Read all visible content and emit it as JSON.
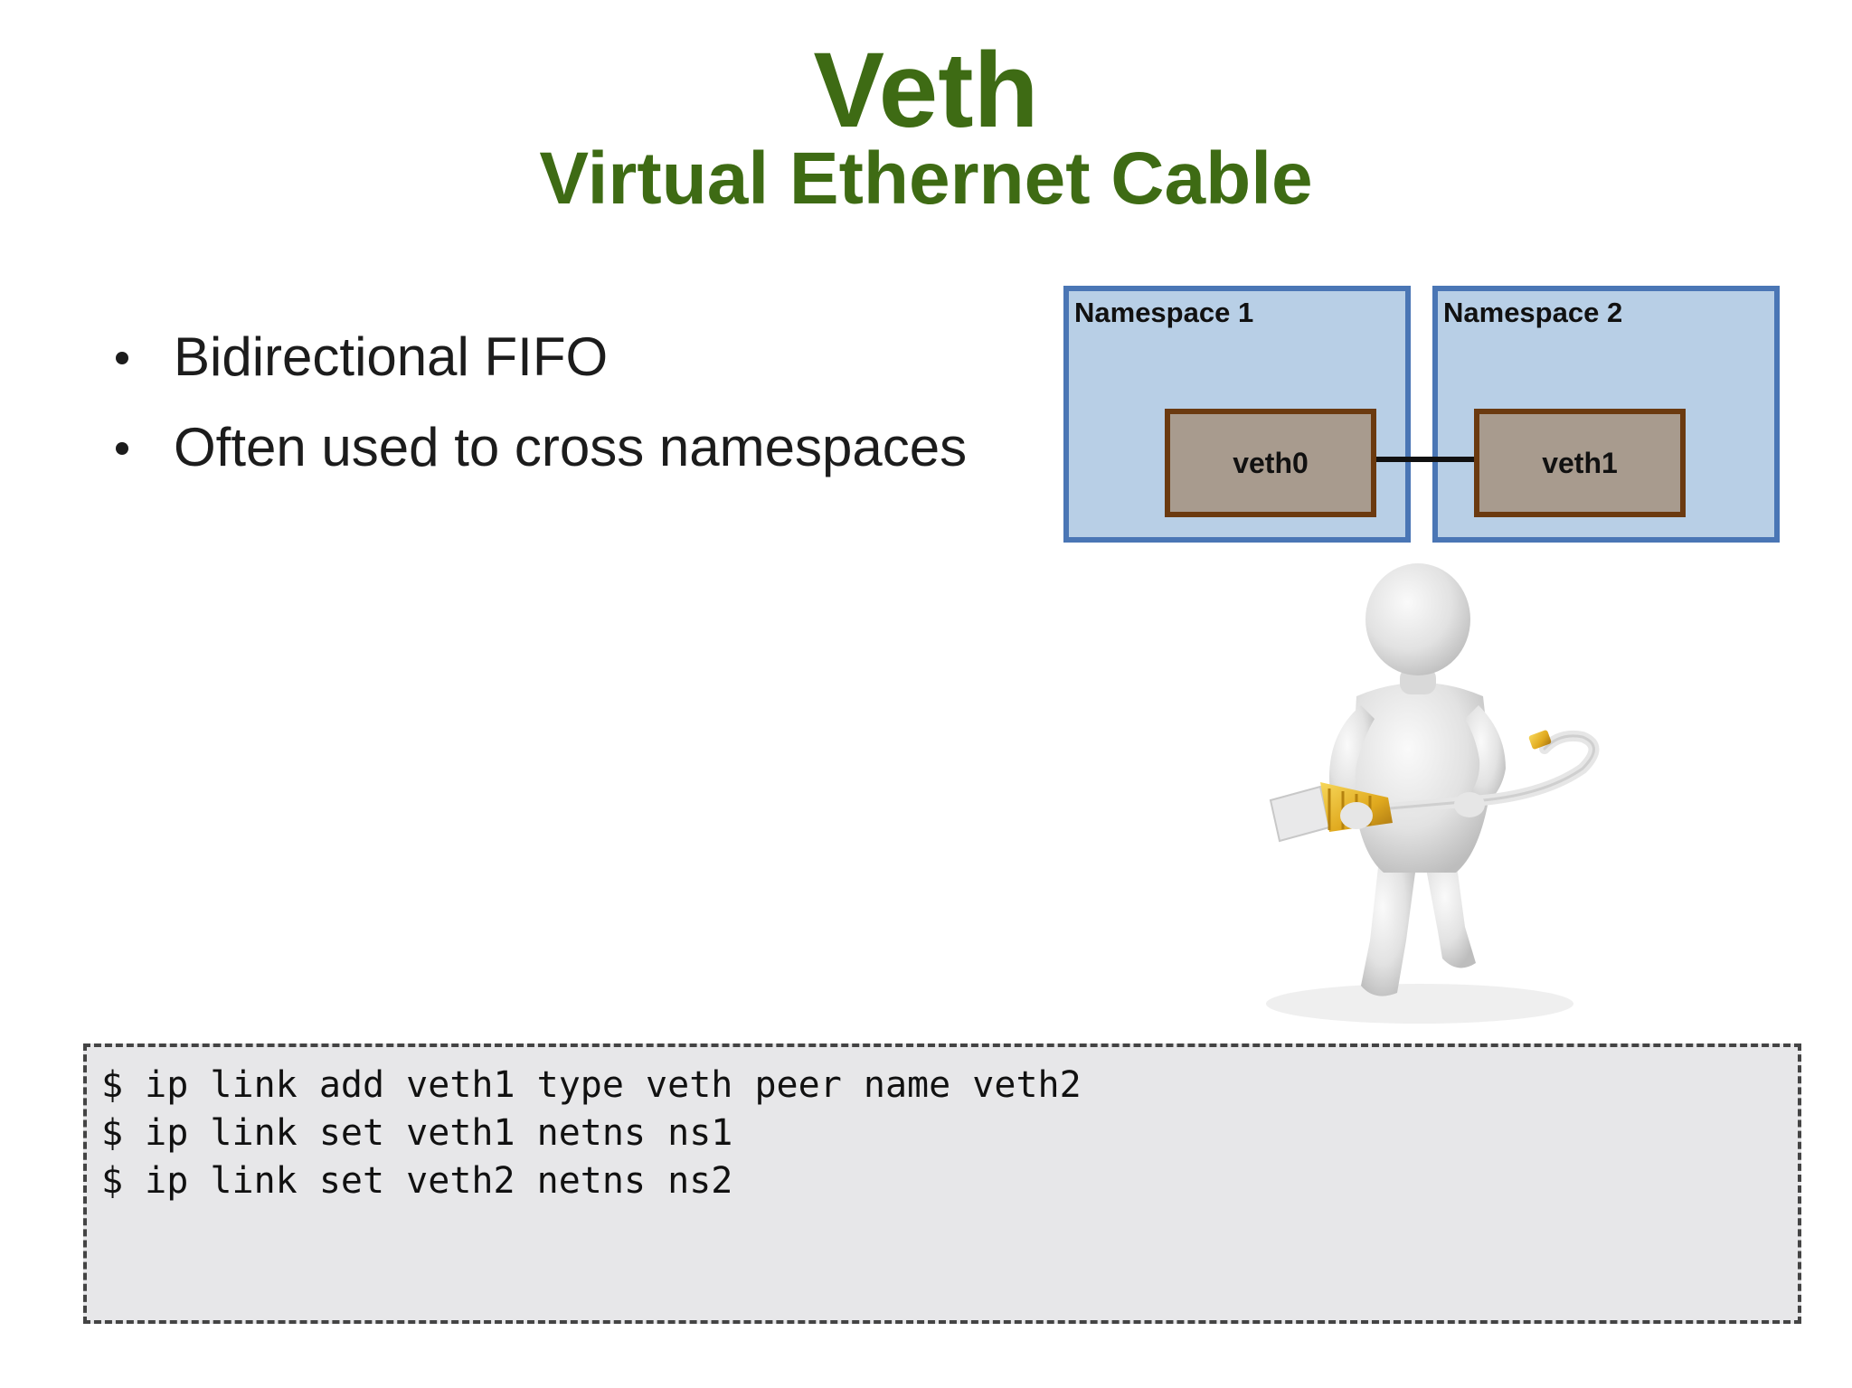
{
  "header": {
    "title": "Veth",
    "subtitle": "Virtual Ethernet Cable"
  },
  "bullets": [
    "Bidirectional FIFO",
    "Often used to cross namespaces"
  ],
  "diagram": {
    "namespaces": [
      {
        "label": "Namespace 1",
        "interface": "veth0"
      },
      {
        "label": "Namespace 2",
        "interface": "veth1"
      }
    ],
    "colors": {
      "namespace_fill": "#b8cfe6",
      "namespace_border": "#4a76b5",
      "interface_fill": "#a89b8e",
      "interface_border": "#6b3a10",
      "title_green": "#3e6b14"
    }
  },
  "illustration": {
    "icon": "person-holding-ethernet-cable-icon"
  },
  "code": {
    "lines": [
      "$ ip link add veth1 type veth peer name veth2",
      "$ ip link set veth1 netns ns1",
      "$ ip link set veth2 netns ns2"
    ]
  }
}
